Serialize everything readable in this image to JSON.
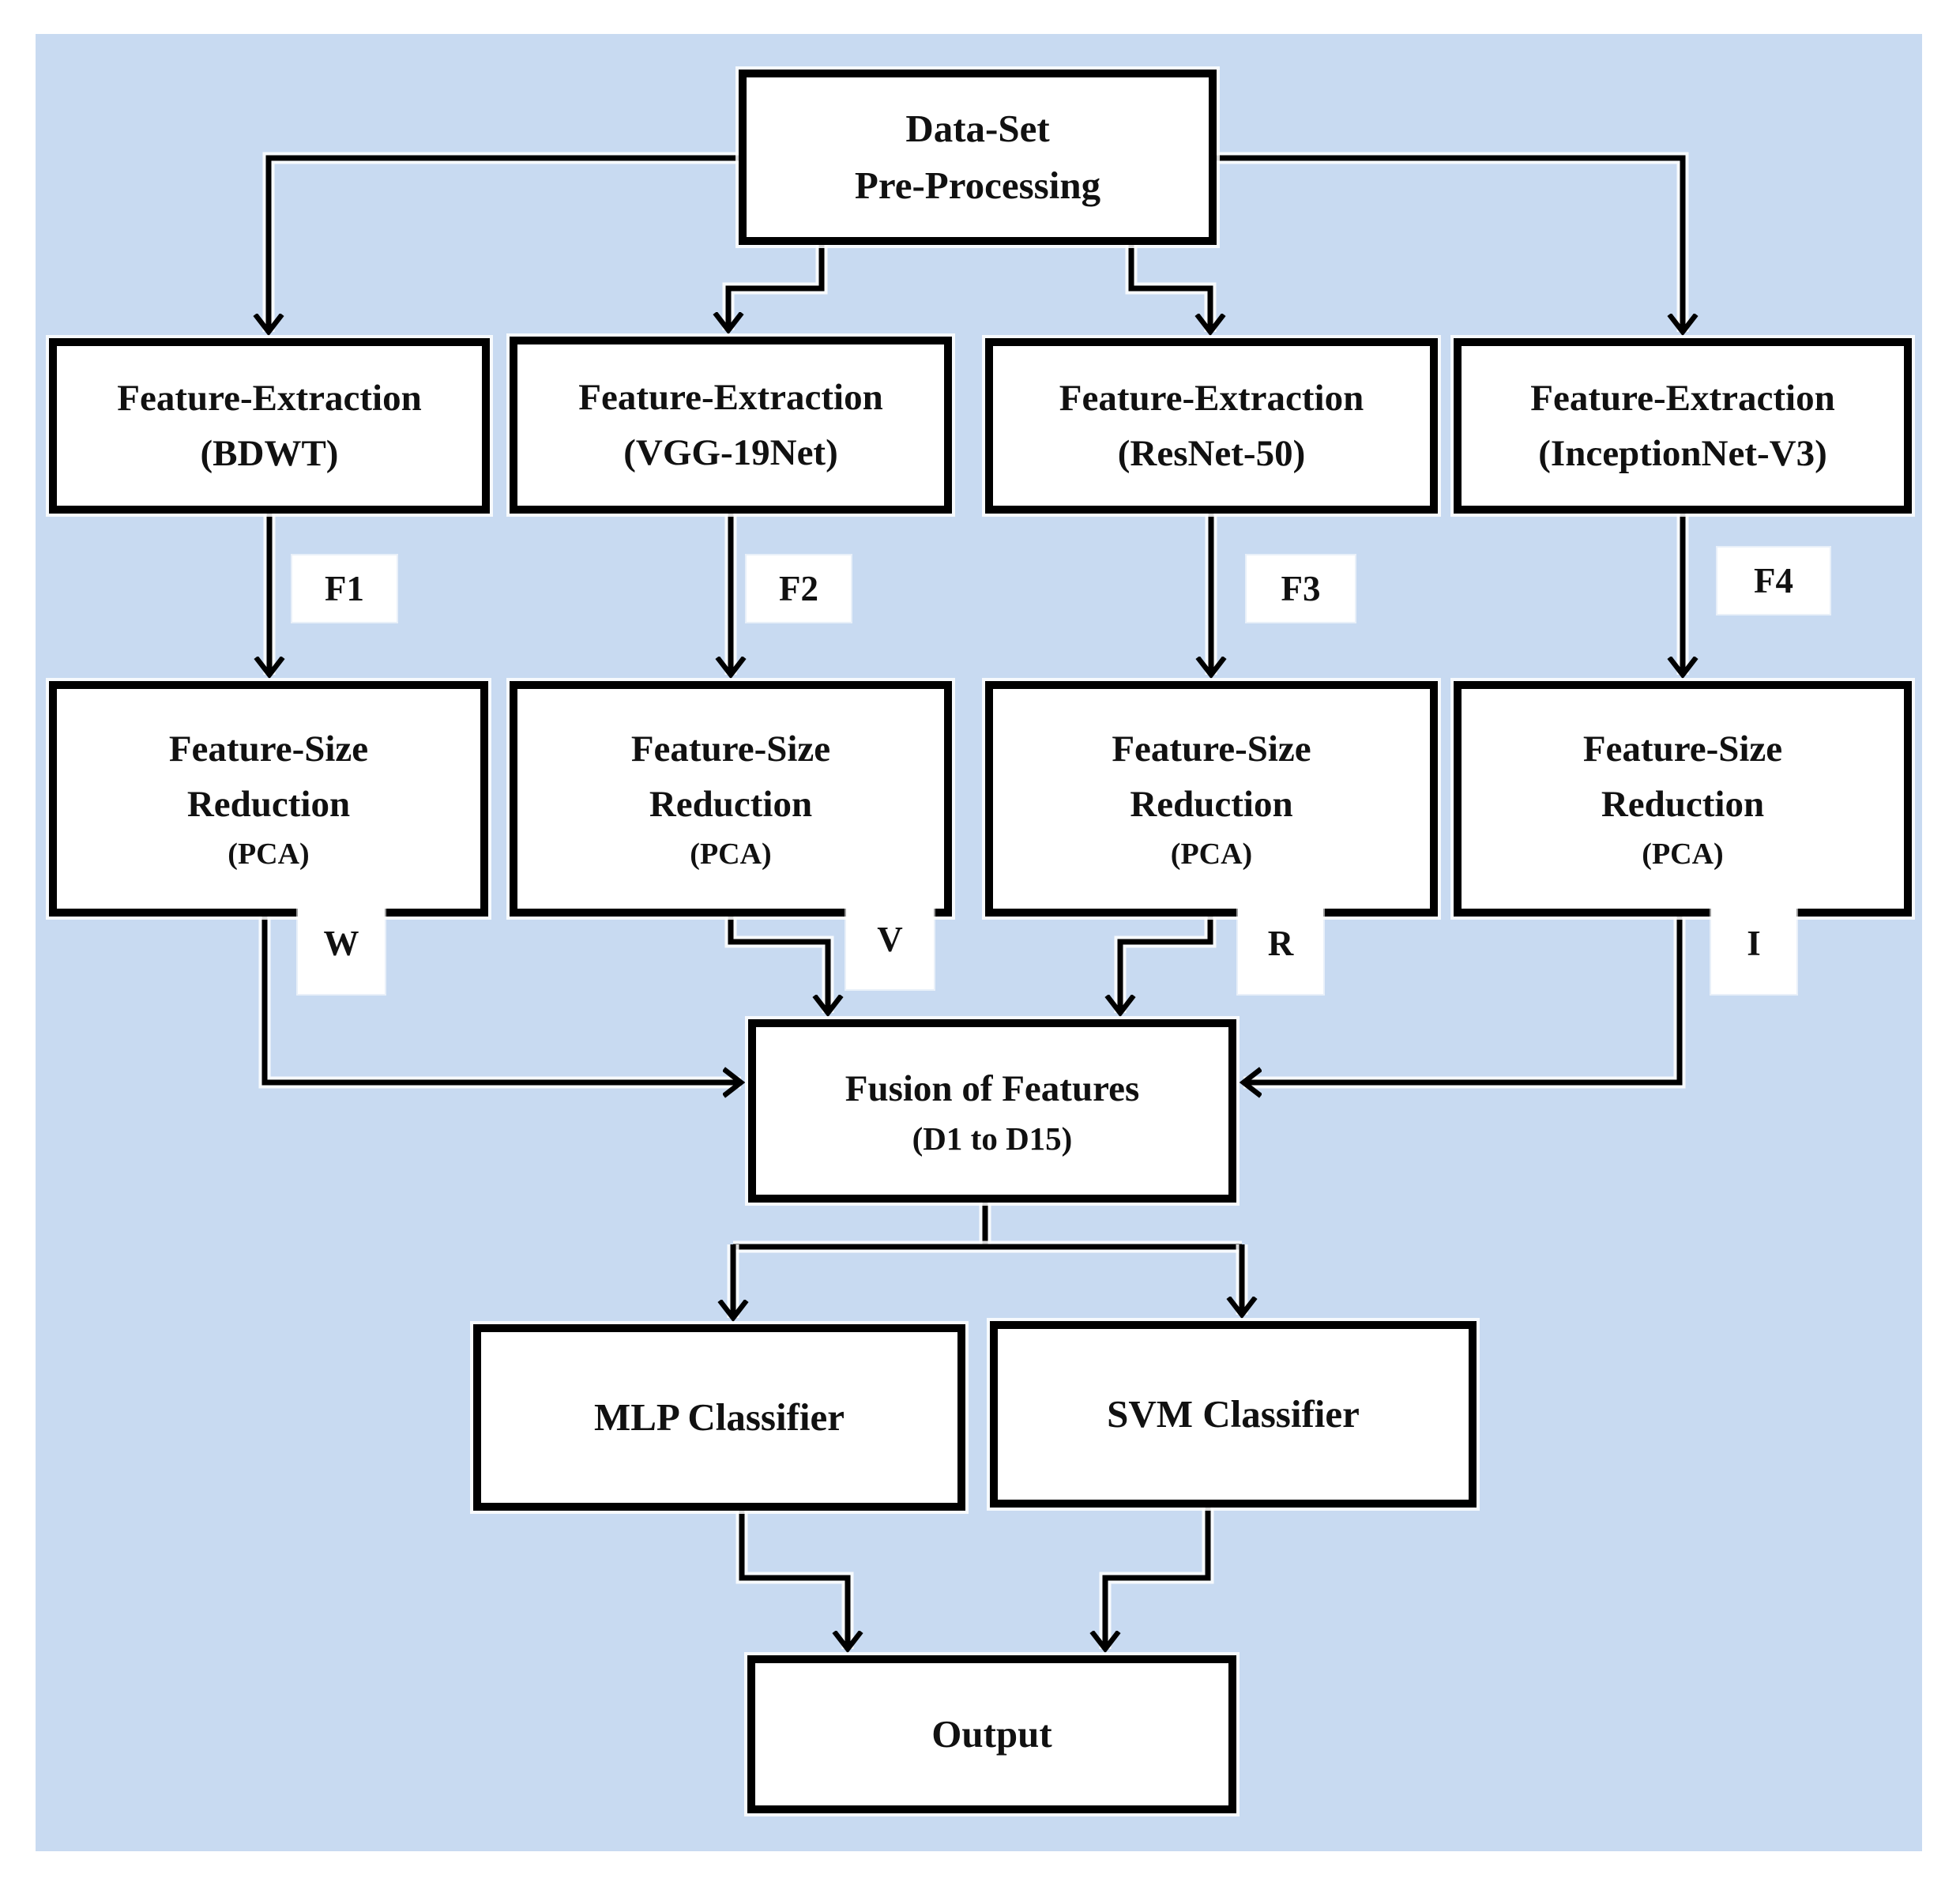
{
  "diagram": {
    "type": "flowchart",
    "nodes": {
      "dataset": {
        "line1": "Data-Set",
        "line2": "Pre-Processing"
      },
      "fe_bdwt": {
        "line1": "Feature-Extraction",
        "line2": "(BDWT)"
      },
      "fe_vgg": {
        "line1": "Feature-Extraction",
        "line2": "(VGG-19Net)"
      },
      "fe_resnet": {
        "line1": "Feature-Extraction",
        "line2": "(ResNet-50)"
      },
      "fe_inception": {
        "line1": "Feature-Extraction",
        "line2": "(InceptionNet-V3)"
      },
      "fsr1": {
        "line1": "Feature-Size",
        "line2": "Reduction",
        "line3": "(PCA)"
      },
      "fsr2": {
        "line1": "Feature-Size",
        "line2": "Reduction",
        "line3": "(PCA)"
      },
      "fsr3": {
        "line1": "Feature-Size",
        "line2": "Reduction",
        "line3": "(PCA)"
      },
      "fsr4": {
        "line1": "Feature-Size",
        "line2": "Reduction",
        "line3": "(PCA)"
      },
      "fusion": {
        "line1": "Fusion of Features",
        "line2": "(D1 to D15)"
      },
      "mlp": {
        "label": "MLP Classifier"
      },
      "svm": {
        "label": "SVM Classifier"
      },
      "output": {
        "label": "Output"
      }
    },
    "edge_labels": {
      "f1": "F1",
      "f2": "F2",
      "f3": "F3",
      "f4": "F4",
      "w": "W",
      "v": "V",
      "r": "R",
      "i": "I"
    },
    "colors": {
      "panel_background": "#c8daf1",
      "box_fill": "#ffffff",
      "box_border": "#000000",
      "line": "#000000",
      "text": "#111111"
    }
  }
}
